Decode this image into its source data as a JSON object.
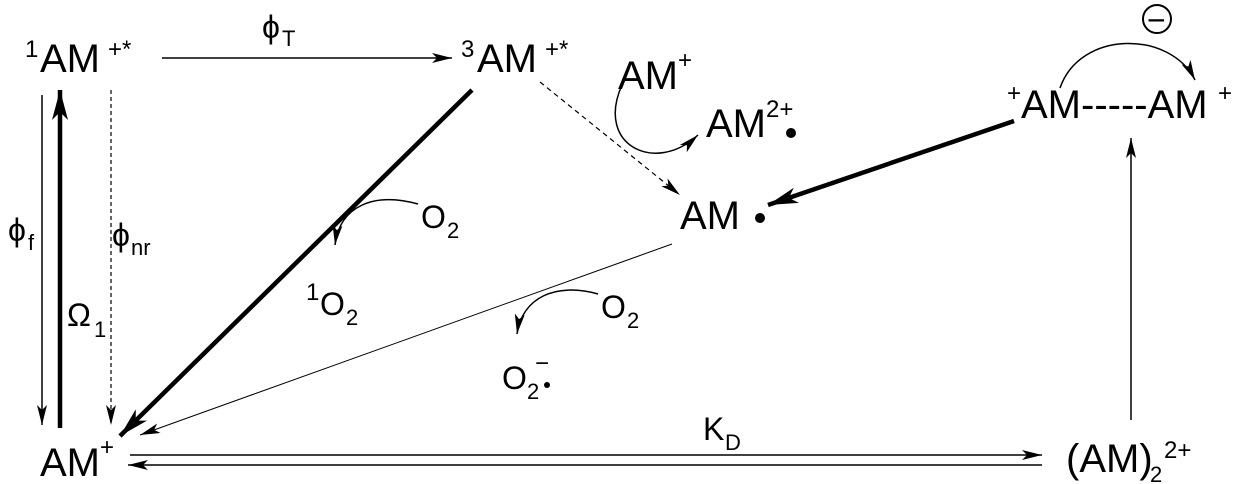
{
  "species": {
    "singlet_excited": {
      "pre": "1",
      "main": "AM",
      "post": "+*"
    },
    "triplet_excited": {
      "pre": "3",
      "main": "AM",
      "post": "+*"
    },
    "ground_state": {
      "main": "AM",
      "sup": "+"
    },
    "dimer": {
      "main": "(AM)",
      "sub": "2",
      "sup": "2+"
    },
    "radical_pair": {
      "pre": "+",
      "main": "AM-----AM",
      "post": "+"
    },
    "quencher_am": {
      "main": "AM",
      "sup": "+"
    },
    "oxidized_radical": {
      "main": "AM",
      "sup": "2+"
    },
    "neutral_radical": {
      "main": "AM"
    }
  },
  "oxygen": {
    "o2_top": {
      "main": "O",
      "sub": "2"
    },
    "singlet_oxygen": {
      "pre": "1",
      "main": "O",
      "sub": "2"
    },
    "o2_bottom": {
      "main": "O",
      "sub": "2"
    },
    "superoxide": {
      "main": "O",
      "sub": "2",
      "sup": "−"
    }
  },
  "rate_labels": {
    "phi_t": {
      "main": "ϕ",
      "sub": "T"
    },
    "phi_f": {
      "main": "ϕ",
      "sub": "f"
    },
    "phi_nr": {
      "main": "ϕ",
      "sub": "nr"
    },
    "omega_1": {
      "main": "Ω",
      "sub": "1"
    },
    "k_d": {
      "main": "K",
      "sub": "D"
    }
  },
  "electron_symbol": "−"
}
